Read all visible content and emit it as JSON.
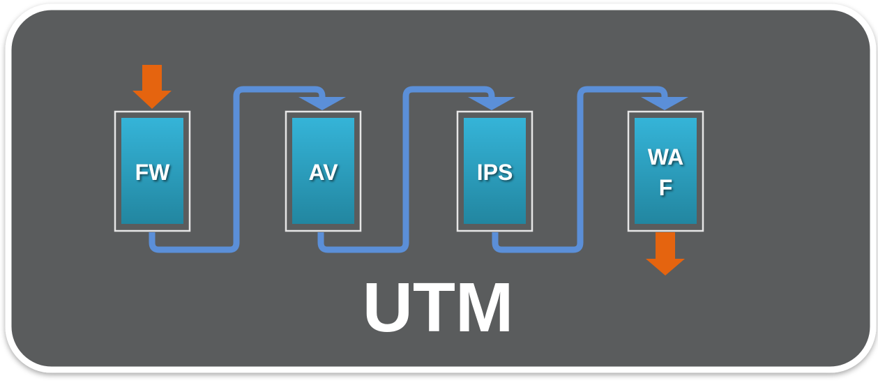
{
  "diagram": {
    "title": "UTM",
    "modules": [
      {
        "id": "fw",
        "lines": [
          "FW"
        ]
      },
      {
        "id": "av",
        "lines": [
          "AV"
        ]
      },
      {
        "id": "ips",
        "lines": [
          "IPS"
        ]
      },
      {
        "id": "waf",
        "lines": [
          "WA",
          "F"
        ]
      }
    ],
    "colors": {
      "panel_bg": "#5a5b5d",
      "panel_border": "#ffffff",
      "module_fill_top": "#35b4d8",
      "module_fill_bottom": "#2286a0",
      "module_frame": "#e6e6e6",
      "flow_line": "#5b8fd8",
      "io_arrow": "#e5640f"
    }
  }
}
